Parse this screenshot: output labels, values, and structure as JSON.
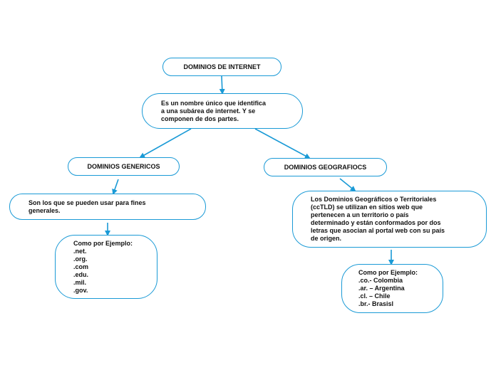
{
  "colors": {
    "accent": "#1a9ad6",
    "text": "#111111",
    "background": "#ffffff"
  },
  "nodes": {
    "root": {
      "title": "DOMINIOS DE INTERNET"
    },
    "definition": {
      "lines": [
        "Es un nombre único que identifica",
        "a una subárea de internet. Y se",
        "componen de dos partes."
      ]
    },
    "generic": {
      "title": "DOMINIOS GENERICOS"
    },
    "geographic": {
      "title": "DOMINIOS GEOGRAFIOCS"
    },
    "generic_desc": {
      "lines": [
        "Son los que se pueden usar para fines",
        "generales."
      ]
    },
    "geographic_desc": {
      "lines": [
        "Los Dominios Geográficos o Territoriales",
        "(ccTLD) se utilizan en sitios web que",
        "pertenecen a un territorio o país",
        "determinado y están conformados por dos",
        "letras que asocian al portal web con su país",
        "de origen."
      ]
    },
    "generic_examples": {
      "lines": [
        "Como por Ejemplo:",
        ".net.",
        ".org.",
        ".com",
        ".edu.",
        ".mil.",
        ".gov."
      ]
    },
    "geographic_examples": {
      "lines": [
        "Como por Ejemplo:",
        ".co.- Colombia",
        ".ar. – Argentina",
        ".cl. – Chile",
        ".br.- Brasisl"
      ]
    }
  }
}
